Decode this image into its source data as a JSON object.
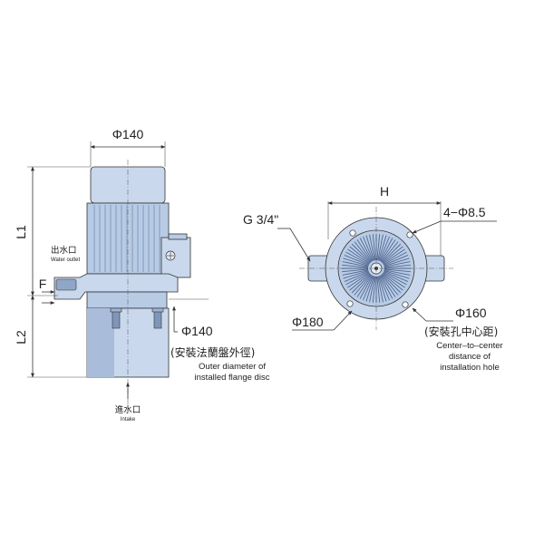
{
  "side_view": {
    "phi140_top": "Φ140",
    "L1": "L1",
    "L2": "L2",
    "F": "F",
    "outlet_cn": "出水口",
    "outlet_en": "Water outlet",
    "intake_cn": "進水口",
    "intake_en": "Intake",
    "flange_phi": "Φ140",
    "flange_cn": "(安裝法蘭盤外徑)",
    "flange_en_1": "Outer diameter of",
    "flange_en_2": "installed flange disc"
  },
  "top_view": {
    "H": "H",
    "G": "G 3/4\"",
    "holes": "4−Φ8.5",
    "phi180": "Φ180",
    "phi160": "Φ160",
    "hole_cn": "(安裝孔中心距)",
    "hole_en_1": "Center–to–center",
    "hole_en_2": "distance of",
    "hole_en_3": "installation hole"
  },
  "colors": {
    "body": "#c9d8ec",
    "shade": "#8fa6c8"
  }
}
